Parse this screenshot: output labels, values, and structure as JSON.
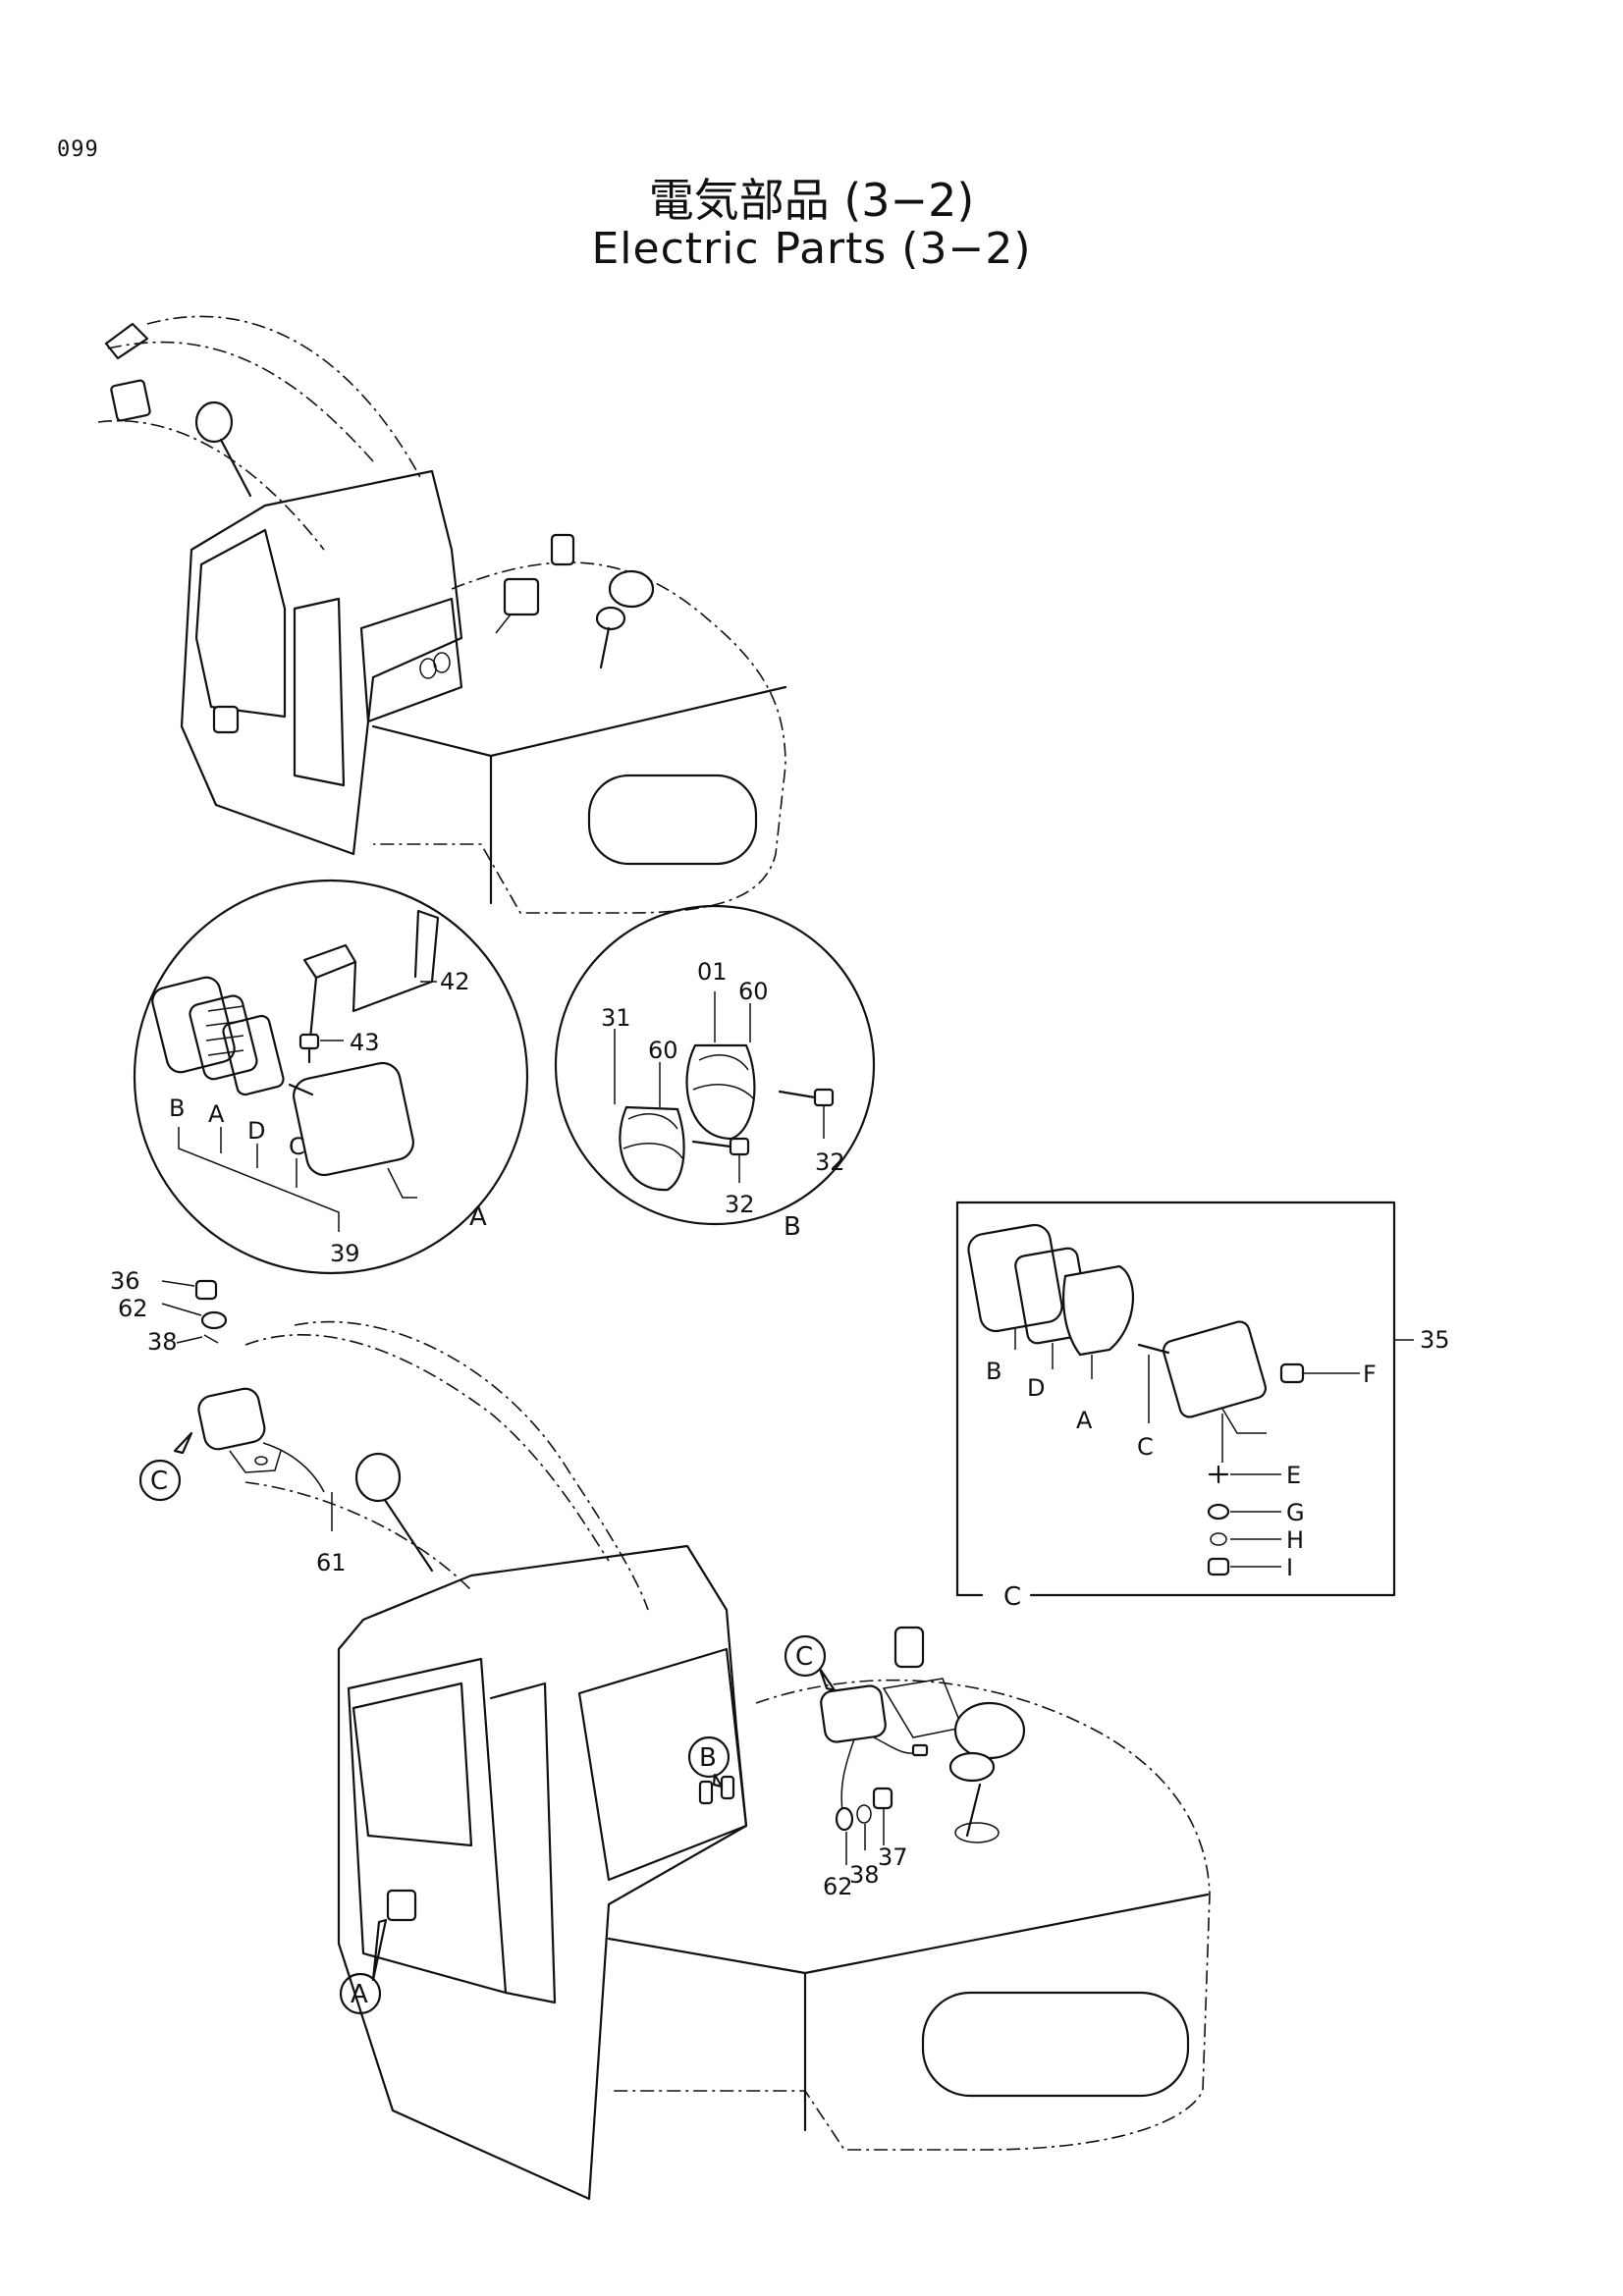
{
  "page_number": "099",
  "title_jp": "電気部品 (3−2)",
  "title_en": "Electric Parts (3−2)",
  "detail_a": {
    "letter": "A",
    "labels": {
      "bracket": "42",
      "bolt": "43",
      "b": "B",
      "a": "A",
      "d": "D",
      "c": "C",
      "assy": "39"
    }
  },
  "detail_b": {
    "letter": "B",
    "labels": {
      "horn_left": "31",
      "horn_right": "01",
      "washer_left": "60",
      "washer_right": "60",
      "bolt_left": "32",
      "bolt_right": "32"
    }
  },
  "detail_c": {
    "letter": "C",
    "labels": {
      "assy": "35",
      "b": "B",
      "d": "D",
      "a": "A",
      "c": "C",
      "f": "F",
      "e": "E",
      "g": "G",
      "h": "H",
      "i": "I"
    }
  },
  "boom_parts": {
    "bolt": "36",
    "washer": "62",
    "spacer": "38",
    "harness": "61"
  },
  "machine_parts": {
    "washer": "62",
    "spacer": "38",
    "nut": "37"
  },
  "callouts": {
    "c_boom": "C",
    "c_top": "C",
    "b_cab": "B",
    "a_cab": "A"
  }
}
